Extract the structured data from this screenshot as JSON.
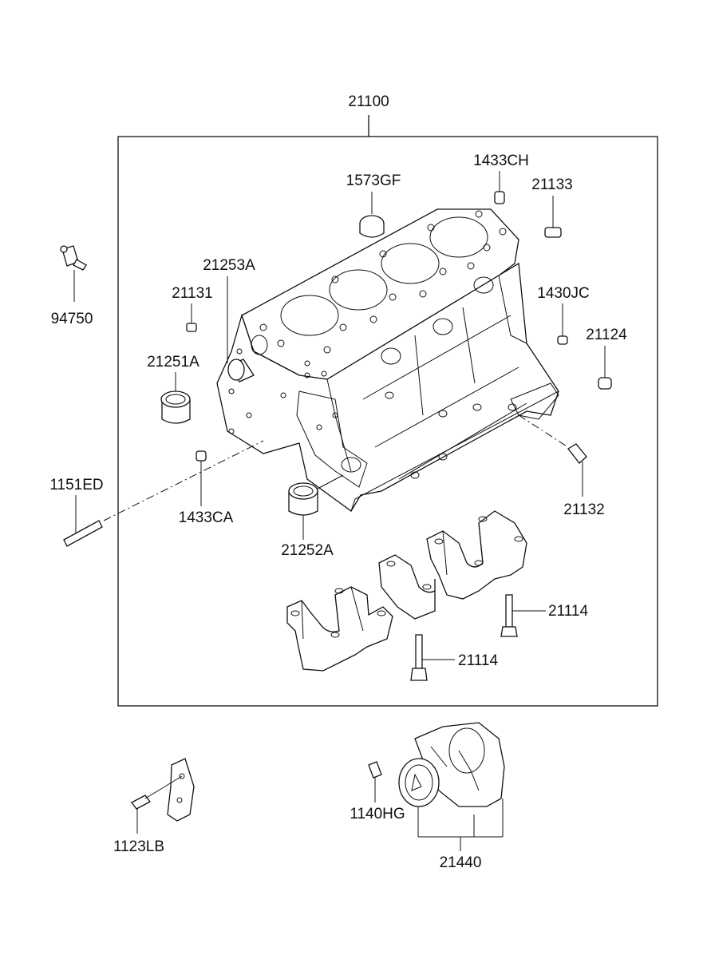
{
  "diagram": {
    "parts": {
      "p21100": "21100",
      "p1573GF": "1573GF",
      "p1433CH": "1433CH",
      "p21133": "21133",
      "p21253A": "21253A",
      "p94750": "94750",
      "p21131": "21131",
      "p1430JC": "1430JC",
      "p21124": "21124",
      "p21251A": "21251A",
      "p1151ED": "1151ED",
      "p1433CA": "1433CA",
      "p21132": "21132",
      "p21252A": "21252A",
      "p21114a": "21114",
      "p21114b": "21114",
      "p1140HG": "1140HG",
      "p1123LB": "1123LB",
      "p21440": "21440"
    }
  }
}
